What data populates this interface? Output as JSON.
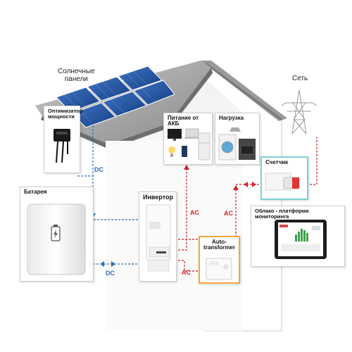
{
  "labels": {
    "solar_panels": "Солнечные\nпанели",
    "grid": "Сеть",
    "optimizer": "Оптимизатор\nмощности",
    "battery_power": "Питание от АКБ",
    "load": "Нагрузка",
    "meter": "Счетчик",
    "battery": "Батарея",
    "inverter": "Инвертор",
    "cloud": "Облако - платформа мониторинга",
    "autotransformer": "Auto-\ntransformer"
  },
  "connections": {
    "dc1": "DC",
    "dc2": "DC",
    "ac1": "AC",
    "ac2": "AC",
    "ac3": "AC"
  },
  "colors": {
    "dc_line": "#2a6fb6",
    "ac_line": "#d2232a",
    "meter_frame": "#7fd0d4",
    "autotransformer_frame": "#f4a742",
    "house_roof": "#8c8c8c",
    "solar_panel": "#1f4f9a"
  }
}
